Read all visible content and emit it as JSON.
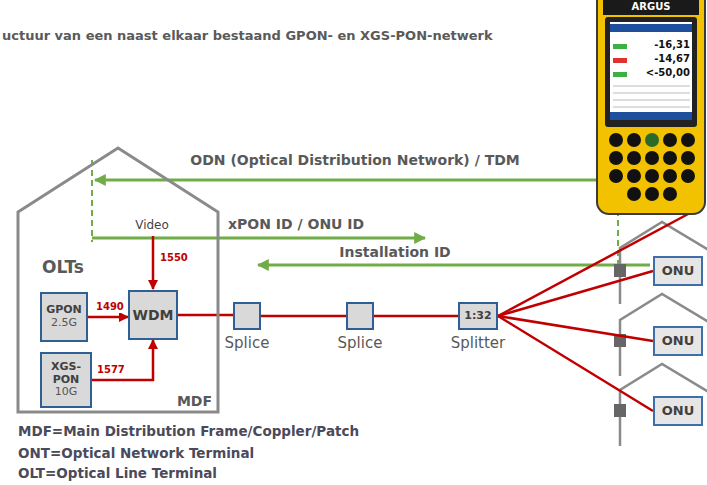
{
  "diagram": {
    "title": "uctuur van een naast elkaar bestaand GPON- en XGS-PON-netwerk",
    "nodes": [
      {
        "text": [
          "MDF"
        ]
      },
      {
        "text": [
          "GPON",
          "2.5G"
        ],
        "in": 0
      },
      {
        "text": [
          "WDM"
        ],
        "in": 0
      },
      {
        "text": [
          "XGS-PON",
          "10G"
        ],
        "in": 0
      },
      {
        "text": [
          "Splice"
        ]
      },
      {
        "text": [
          "Splice"
        ]
      },
      {
        "text": [
          "1:32",
          "Splitter"
        ]
      },
      {
        "text": [
          "ONU"
        ]
      },
      {
        "text": [
          "ONU"
        ]
      },
      {
        "text": [
          "ONU"
        ]
      }
    ],
    "edges": [
      {
        "from": 1,
        "to": 2,
        "arrow": "to",
        "label": "1490"
      },
      {
        "from": 3,
        "to": 2,
        "arrow": "to",
        "label": "1577"
      },
      {
        "from": 2,
        "to": 4,
        "arrow": "none"
      },
      {
        "from": 4,
        "to": 5,
        "arrow": "none"
      },
      {
        "from": 5,
        "to": 6,
        "arrow": "none"
      },
      {
        "from": 6,
        "to": 7,
        "arrow": "none"
      },
      {
        "from": 6,
        "to": 8,
        "arrow": "none"
      },
      {
        "from": 6,
        "to": 9,
        "arrow": "none"
      }
    ],
    "labels": [
      "Video",
      "1550",
      "OLTs",
      "ODN (Optical Distribution Network) / TDM",
      "xPON ID / ONU ID",
      "Installation ID",
      "ARGUS",
      "-16,31",
      "-14,67",
      "<-50,00",
      "MDF=Main Distribution Frame/Coppler/Patch",
      "ONT=Optical Network Terminal",
      "OLT=Optical Line Terminal"
    ]
  }
}
